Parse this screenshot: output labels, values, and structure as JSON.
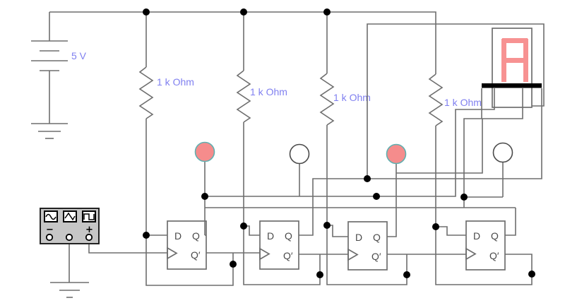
{
  "battery": {
    "label": "5 V"
  },
  "resistors": {
    "labels": [
      "1 k Ohm",
      "1 k Ohm",
      "1 k Ohm",
      "1 k Ohm"
    ]
  },
  "flipflop_labels": {
    "d": "D",
    "q": "Q",
    "qn": "Q′"
  },
  "probes": [
    {
      "name": "probe-1",
      "state": "on"
    },
    {
      "name": "probe-2",
      "state": "off"
    },
    {
      "name": "probe-3",
      "state": "on"
    },
    {
      "name": "probe-4",
      "state": "off"
    }
  ],
  "display": {
    "value": "A",
    "segments_lit": [
      "a",
      "b",
      "c",
      "e",
      "f",
      "g"
    ]
  },
  "function_generator": {
    "minus_label": "−",
    "plus_label": "+",
    "waveforms": [
      "sine",
      "triangle",
      "square"
    ]
  },
  "colors": {
    "wire": "#6e6e6e",
    "label_text": "#8080f0",
    "probe_on": "#f58c8c",
    "probe_on_stroke": "#5fb0b0",
    "probe_off": "#ffffff",
    "probe_off_stroke": "#4a4a4a",
    "segment_lit": "#f79292",
    "junction": "#000000"
  }
}
